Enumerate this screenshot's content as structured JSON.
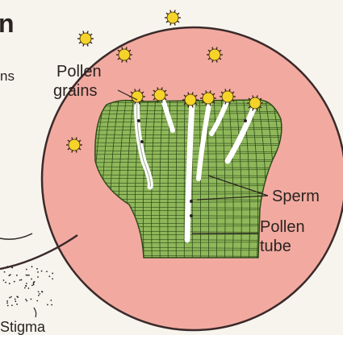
{
  "labels": {
    "heading_fragment": "n",
    "side_fragment": "ns",
    "pollen_grains_line1": "Pollen",
    "pollen_grains_line2": "grains",
    "sperm": "Sperm",
    "pollen_tube_line1": "Pollen",
    "pollen_tube_line2": "tube",
    "stigma": "Stigma"
  },
  "colors": {
    "circle_fill": "#f2aaa0",
    "circle_stroke": "#3a2a2a",
    "tissue_fill": "#8fb85a",
    "tissue_line": "#2f4a1a",
    "pollen_fill": "#f5d328",
    "pollen_spike": "#3a2a10",
    "tube_fill": "#ffffff",
    "text": "#2a2320"
  }
}
